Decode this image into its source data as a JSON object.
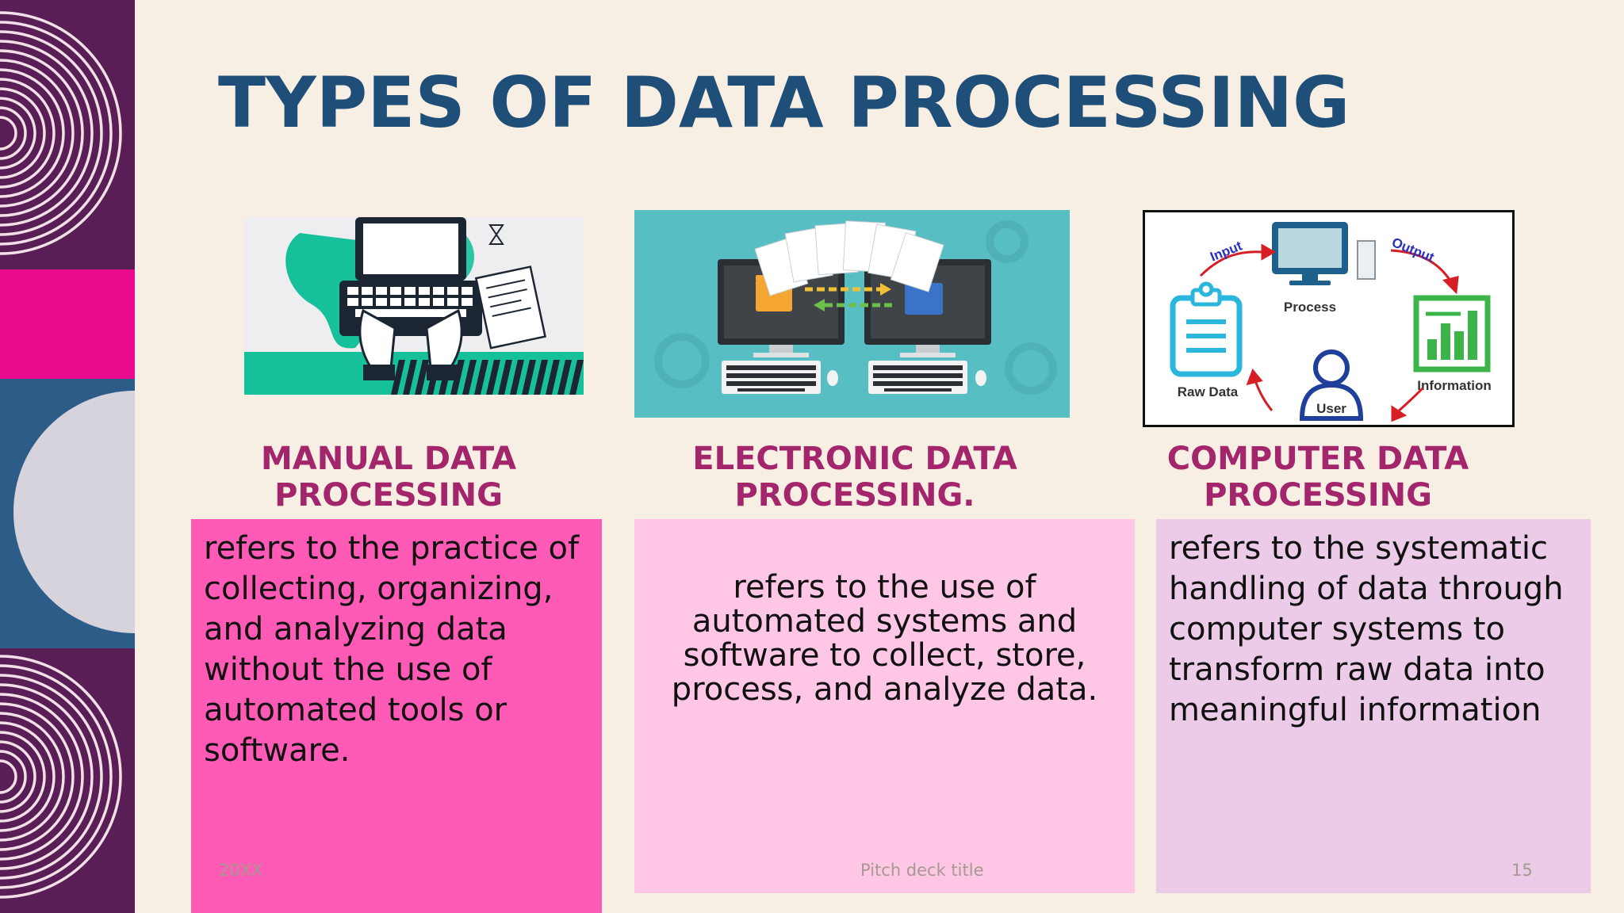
{
  "slide": {
    "title": "TYPES OF DATA PROCESSING",
    "columns": [
      {
        "heading": "MANUAL DATA PROCESSING",
        "text": "refers to the practice of collecting, organizing, and analyzing data without the use of automated tools or software.",
        "card_color": "#ff5ab6",
        "image": "laptop-typing-illustration"
      },
      {
        "heading": "ELECTRONIC DATA PROCESSING.",
        "text": "refers to the use of automated systems and software to collect, store, process, and analyze data.",
        "card_color": "#ffc6e6",
        "image": "computers-file-transfer-illustration"
      },
      {
        "heading": "COMPUTER DATA PROCESSING",
        "text": "refers to the systematic handling of data through computer systems to transform raw data into meaningful information",
        "card_color": "#ebcbe8",
        "image": "data-processing-cycle-diagram",
        "diagram_labels": {
          "input": "Input",
          "process": "Process",
          "output": "Output",
          "raw_data": "Raw Data",
          "information": "Information",
          "user": "User"
        }
      }
    ],
    "footer": {
      "date": "20XX",
      "deck_title": "Pitch deck title",
      "page_number": "15"
    }
  },
  "colors": {
    "background": "#f8efe4",
    "title": "#1f4e79",
    "heading": "#a3256b",
    "deco_purple": "#581e55",
    "deco_magenta": "#ea0a8e",
    "deco_blue": "#2e5c89"
  }
}
